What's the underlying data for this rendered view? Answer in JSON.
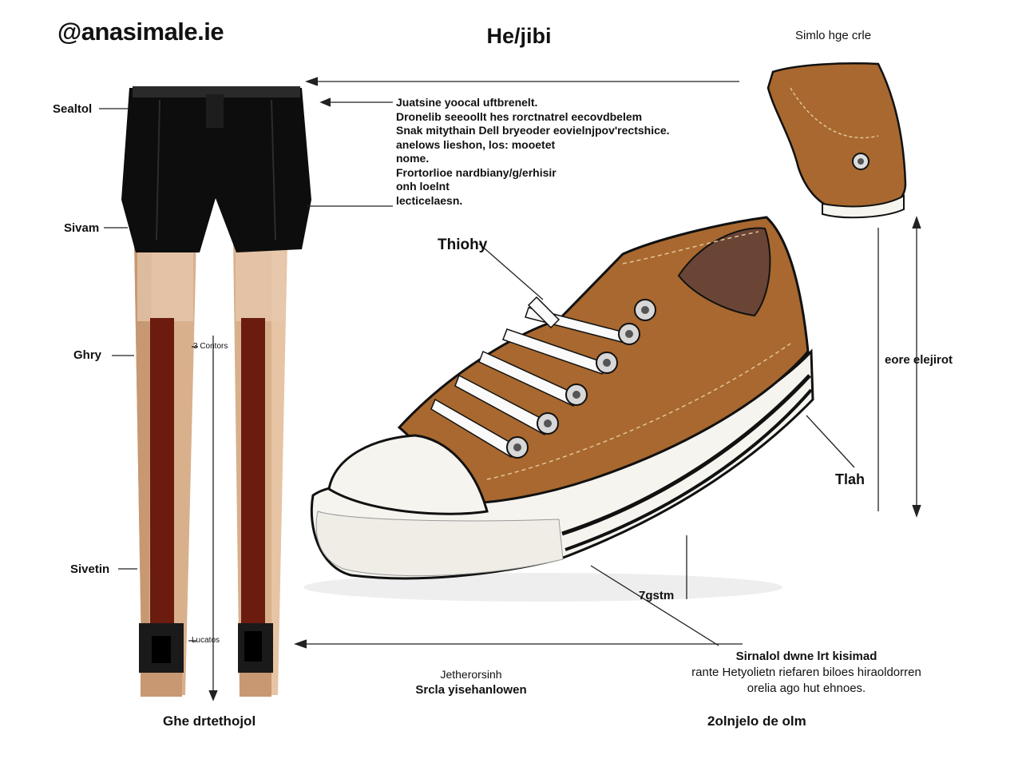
{
  "brand": "@anasimale.ie",
  "title": "He/jibi",
  "inset_label": "Simlo  hge crle",
  "left_labels": {
    "waist": "Sealtol",
    "seam": "Sivam",
    "thigh": "Ghry",
    "shin": "Sivetin"
  },
  "leg_small_labels": {
    "center": "3 Contors",
    "ankle": "Lucatos"
  },
  "left_caption": "Ghe drtethojol",
  "description_lines": [
    "Juatsine yoocal uftbrenelt.",
    "Dronelib seeoollt hes rorctnatrel eecovdbelem",
    "Snak mitythain Dell bryeoder eovielnjpov'rectshice.",
    "anelows lieshon, los: mooetet",
    "nome.",
    "Frortorlioe nardbiany/g/erhisir",
    "onh loelnt",
    "lecticelaesn."
  ],
  "shoe_labels": {
    "laces": "Thiohy",
    "sole_height": "eore elejirot",
    "toe": "Tlah",
    "heel": "7gstm"
  },
  "bottom_center_note": [
    "Jetherorsinh",
    "Srcla yisehanlowen"
  ],
  "bottom_right_note": [
    "Sirnalol dwne lrt kisimad",
    "rante Hetyolietn riefaren biloes hiraoldorren",
    "orelia ago hut ehnoes."
  ],
  "bottom_right_caption": "2olnjelo de olm",
  "colors": {
    "shoe_brown": "#a8682f",
    "shorts_black": "#0d0d0d",
    "leg_tan": "#d9b08c",
    "stripe_red": "#6b1c0e",
    "sole_white": "#f6f4ee"
  }
}
